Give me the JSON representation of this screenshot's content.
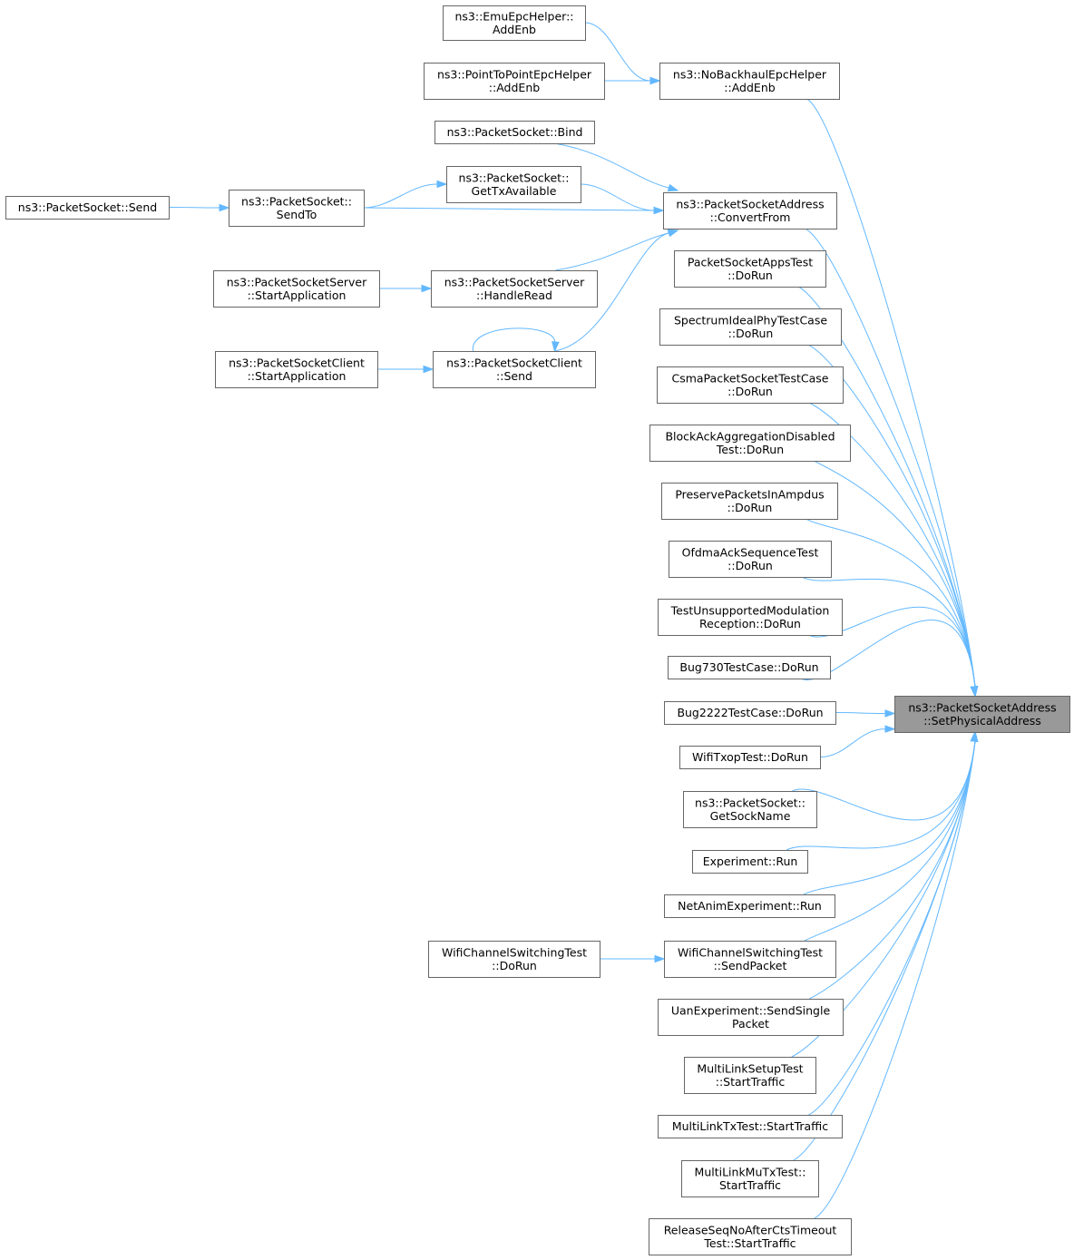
{
  "graph": {
    "target": "n_spa",
    "nodes": [
      {
        "id": "n_spa",
        "lines": [
          "ns3::PacketSocketAddress",
          "::SetPhysicalAddress"
        ],
        "highlight": true
      },
      {
        "id": "n_emu",
        "lines": [
          "ns3::EmuEpcHelper::",
          "AddEnb"
        ]
      },
      {
        "id": "n_p2p",
        "lines": [
          "ns3::PointToPointEpcHelper",
          "::AddEnb"
        ]
      },
      {
        "id": "n_nobh",
        "lines": [
          "ns3::NoBackhaulEpcHelper",
          "::AddEnb"
        ]
      },
      {
        "id": "n_bind",
        "lines": [
          "ns3::PacketSocket::Bind"
        ]
      },
      {
        "id": "n_send",
        "lines": [
          "ns3::PacketSocket::Send"
        ]
      },
      {
        "id": "n_sendto",
        "lines": [
          "ns3::PacketSocket::",
          "SendTo"
        ]
      },
      {
        "id": "n_gettx",
        "lines": [
          "ns3::PacketSocket::",
          "GetTxAvailable"
        ]
      },
      {
        "id": "n_conv",
        "lines": [
          "ns3::PacketSocketAddress",
          "::ConvertFrom"
        ]
      },
      {
        "id": "n_srvstart",
        "lines": [
          "ns3::PacketSocketServer",
          "::StartApplication"
        ]
      },
      {
        "id": "n_handle",
        "lines": [
          "ns3::PacketSocketServer",
          "::HandleRead"
        ]
      },
      {
        "id": "n_clistart",
        "lines": [
          "ns3::PacketSocketClient",
          "::StartApplication"
        ]
      },
      {
        "id": "n_clisend",
        "lines": [
          "ns3::PacketSocketClient",
          "::Send"
        ]
      },
      {
        "id": "n_apps",
        "lines": [
          "PacketSocketAppsTest",
          "::DoRun"
        ]
      },
      {
        "id": "n_spec",
        "lines": [
          "SpectrumIdealPhyTestCase",
          "::DoRun"
        ]
      },
      {
        "id": "n_csma",
        "lines": [
          "CsmaPacketSocketTestCase",
          "::DoRun"
        ]
      },
      {
        "id": "n_block",
        "lines": [
          "BlockAckAggregationDisabled",
          "Test::DoRun"
        ]
      },
      {
        "id": "n_pres",
        "lines": [
          "PreservePacketsInAmpdus",
          "::DoRun"
        ]
      },
      {
        "id": "n_ofdma",
        "lines": [
          "OfdmaAckSequenceTest",
          "::DoRun"
        ]
      },
      {
        "id": "n_unsup",
        "lines": [
          "TestUnsupportedModulation",
          "Reception::DoRun"
        ]
      },
      {
        "id": "n_bug730",
        "lines": [
          "Bug730TestCase::DoRun"
        ]
      },
      {
        "id": "n_bug2222",
        "lines": [
          "Bug2222TestCase::DoRun"
        ]
      },
      {
        "id": "n_txop",
        "lines": [
          "WifiTxopTest::DoRun"
        ]
      },
      {
        "id": "n_sockname",
        "lines": [
          "ns3::PacketSocket::",
          "GetSockName"
        ]
      },
      {
        "id": "n_exp",
        "lines": [
          "Experiment::Run"
        ]
      },
      {
        "id": "n_netanim",
        "lines": [
          "NetAnimExperiment::Run"
        ]
      },
      {
        "id": "n_chdorun",
        "lines": [
          "WifiChannelSwitchingTest",
          "::DoRun"
        ]
      },
      {
        "id": "n_chsend",
        "lines": [
          "WifiChannelSwitchingTest",
          "::SendPacket"
        ]
      },
      {
        "id": "n_uan",
        "lines": [
          "UanExperiment::SendSingle",
          "Packet"
        ]
      },
      {
        "id": "n_mlsetup",
        "lines": [
          "MultiLinkSetupTest",
          "::StartTraffic"
        ]
      },
      {
        "id": "n_mltx",
        "lines": [
          "MultiLinkTxTest::StartTraffic"
        ]
      },
      {
        "id": "n_mlmu",
        "lines": [
          "MultiLinkMuTxTest::",
          "StartTraffic"
        ]
      },
      {
        "id": "n_rel",
        "lines": [
          "ReleaseSeqNoAfterCtsTimeout",
          "Test::StartTraffic"
        ]
      }
    ],
    "edges": [
      {
        "from": "n_emu",
        "to": "n_nobh"
      },
      {
        "from": "n_p2p",
        "to": "n_nobh"
      },
      {
        "from": "n_nobh",
        "to": "n_spa"
      },
      {
        "from": "n_bind",
        "to": "n_conv"
      },
      {
        "from": "n_send",
        "to": "n_sendto"
      },
      {
        "from": "n_sendto",
        "to": "n_gettx"
      },
      {
        "from": "n_sendto",
        "to": "n_conv"
      },
      {
        "from": "n_gettx",
        "to": "n_conv"
      },
      {
        "from": "n_handle",
        "to": "n_conv"
      },
      {
        "from": "n_clisend",
        "to": "n_conv"
      },
      {
        "from": "n_srvstart",
        "to": "n_handle"
      },
      {
        "from": "n_clistart",
        "to": "n_clisend"
      },
      {
        "from": "n_clisend",
        "to": "n_clisend"
      },
      {
        "from": "n_conv",
        "to": "n_spa"
      },
      {
        "from": "n_apps",
        "to": "n_spa"
      },
      {
        "from": "n_spec",
        "to": "n_spa"
      },
      {
        "from": "n_csma",
        "to": "n_spa"
      },
      {
        "from": "n_block",
        "to": "n_spa"
      },
      {
        "from": "n_pres",
        "to": "n_spa"
      },
      {
        "from": "n_ofdma",
        "to": "n_spa"
      },
      {
        "from": "n_unsup",
        "to": "n_spa"
      },
      {
        "from": "n_bug730",
        "to": "n_spa"
      },
      {
        "from": "n_bug2222",
        "to": "n_spa"
      },
      {
        "from": "n_txop",
        "to": "n_spa"
      },
      {
        "from": "n_sockname",
        "to": "n_spa"
      },
      {
        "from": "n_exp",
        "to": "n_spa"
      },
      {
        "from": "n_netanim",
        "to": "n_spa"
      },
      {
        "from": "n_chdorun",
        "to": "n_chsend"
      },
      {
        "from": "n_chsend",
        "to": "n_spa"
      },
      {
        "from": "n_uan",
        "to": "n_spa"
      },
      {
        "from": "n_mlsetup",
        "to": "n_spa"
      },
      {
        "from": "n_mltx",
        "to": "n_spa"
      },
      {
        "from": "n_mlmu",
        "to": "n_spa"
      },
      {
        "from": "n_rel",
        "to": "n_spa"
      }
    ]
  },
  "colors": {
    "edge": "#63b8ff",
    "node_border": "#666666",
    "node_fill": "#ffffff",
    "target_fill": "#999999",
    "text": "#000000"
  }
}
